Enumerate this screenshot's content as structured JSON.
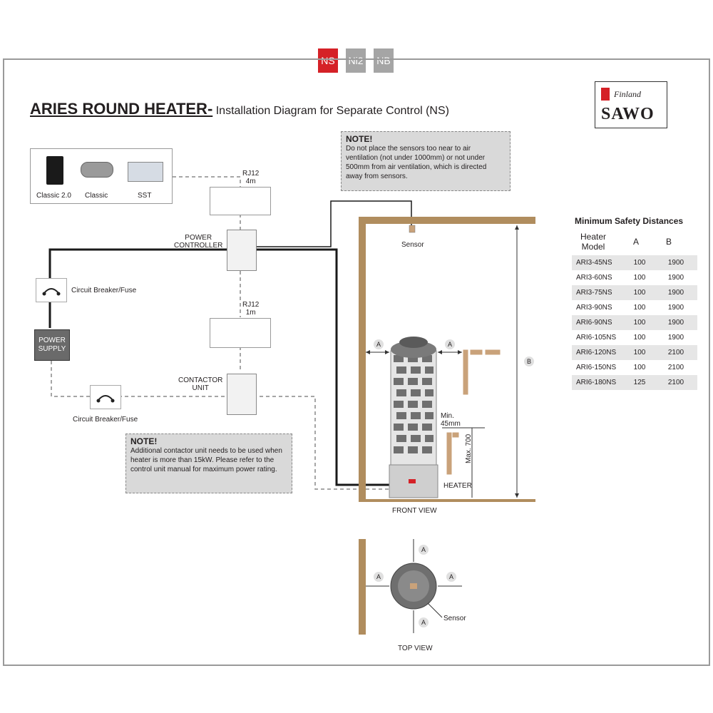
{
  "tabs": [
    "NS",
    "Ni2",
    "NB"
  ],
  "colors": {
    "tab_active": "#d52127",
    "tab_inactive": "#a5a5a5",
    "wall": "#b08d5e",
    "note_bg": "#d9d9d9"
  },
  "title": {
    "main": "ARIES ROUND HEATER-",
    "sub": "Installation Diagram for Separate Control (NS)"
  },
  "logo": {
    "brand": "SAWO",
    "script": "Finland"
  },
  "controls": {
    "items": [
      "Classic 2.0",
      "Classic",
      "SST"
    ]
  },
  "cables": {
    "rj12_top": "RJ12",
    "rj12_top_len": "4m",
    "rj12_bottom": "RJ12",
    "rj12_bottom_len": "1m"
  },
  "devices": {
    "power_controller": [
      "POWER",
      "CONTROLLER"
    ],
    "contactor_unit": [
      "CONTACTOR",
      "UNIT"
    ],
    "power_supply": [
      "POWER",
      "SUPPLY"
    ],
    "breaker_1": "Circuit Breaker/Fuse",
    "breaker_2": "Circuit Breaker/Fuse"
  },
  "note_top": {
    "title": "NOTE!",
    "lines": [
      "Do not place the sensors too near to air",
      "ventilation (not under 1000mm) or not under",
      "500mm from air ventilation, which is directed",
      "away from sensors."
    ]
  },
  "note_bottom": {
    "title": "NOTE!",
    "lines": [
      "Additional contactor unit needs to be used when",
      "heater is more than 15kW. Please refer to the",
      "control unit manual for maximum power rating."
    ]
  },
  "front_view": {
    "sensor": "Sensor",
    "a_left": "A",
    "a_right": "A",
    "b": "B",
    "min_label": "Min.",
    "min_value": "45mm",
    "max_label": "Max. 700",
    "heater": "HEATER",
    "caption": "FRONT VIEW"
  },
  "top_view": {
    "a_top": "A",
    "a_left": "A",
    "a_right": "A",
    "a_bottom": "A",
    "sensor": "Sensor",
    "caption": "TOP VIEW"
  },
  "safety_table": {
    "title": "Minimum Safety Distances",
    "headers": [
      "Heater",
      "Model",
      "A",
      "B"
    ],
    "rows": [
      [
        "ARI3-45NS",
        "100",
        "1900"
      ],
      [
        "ARI3-60NS",
        "100",
        "1900"
      ],
      [
        "ARI3-75NS",
        "100",
        "1900"
      ],
      [
        "ARI3-90NS",
        "100",
        "1900"
      ],
      [
        "ARI6-90NS",
        "100",
        "1900"
      ],
      [
        "ARI6-105NS",
        "100",
        "1900"
      ],
      [
        "ARI6-120NS",
        "100",
        "2100"
      ],
      [
        "ARI6-150NS",
        "100",
        "2100"
      ],
      [
        "ARI6-180NS",
        "125",
        "2100"
      ]
    ]
  }
}
